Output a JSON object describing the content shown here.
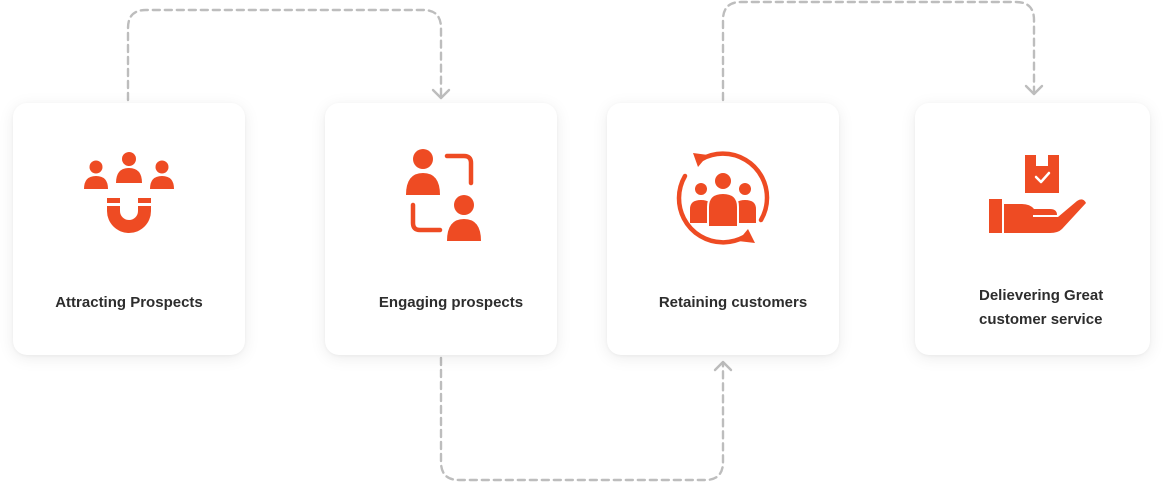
{
  "steps": [
    {
      "label": "Attracting Prospects",
      "icon": "magnet-people-icon"
    },
    {
      "label": "Engaging prospects",
      "icon": "people-exchange-icon"
    },
    {
      "label": "Retaining customers",
      "icon": "customer-retention-icon"
    },
    {
      "label": "Delievering Great customer service",
      "icon": "hand-delivering-box-icon"
    }
  ],
  "colors": {
    "accent": "#EE4B23",
    "connector": "#bdbdbd",
    "text": "#2d2d2d",
    "card_background": "#ffffff"
  }
}
